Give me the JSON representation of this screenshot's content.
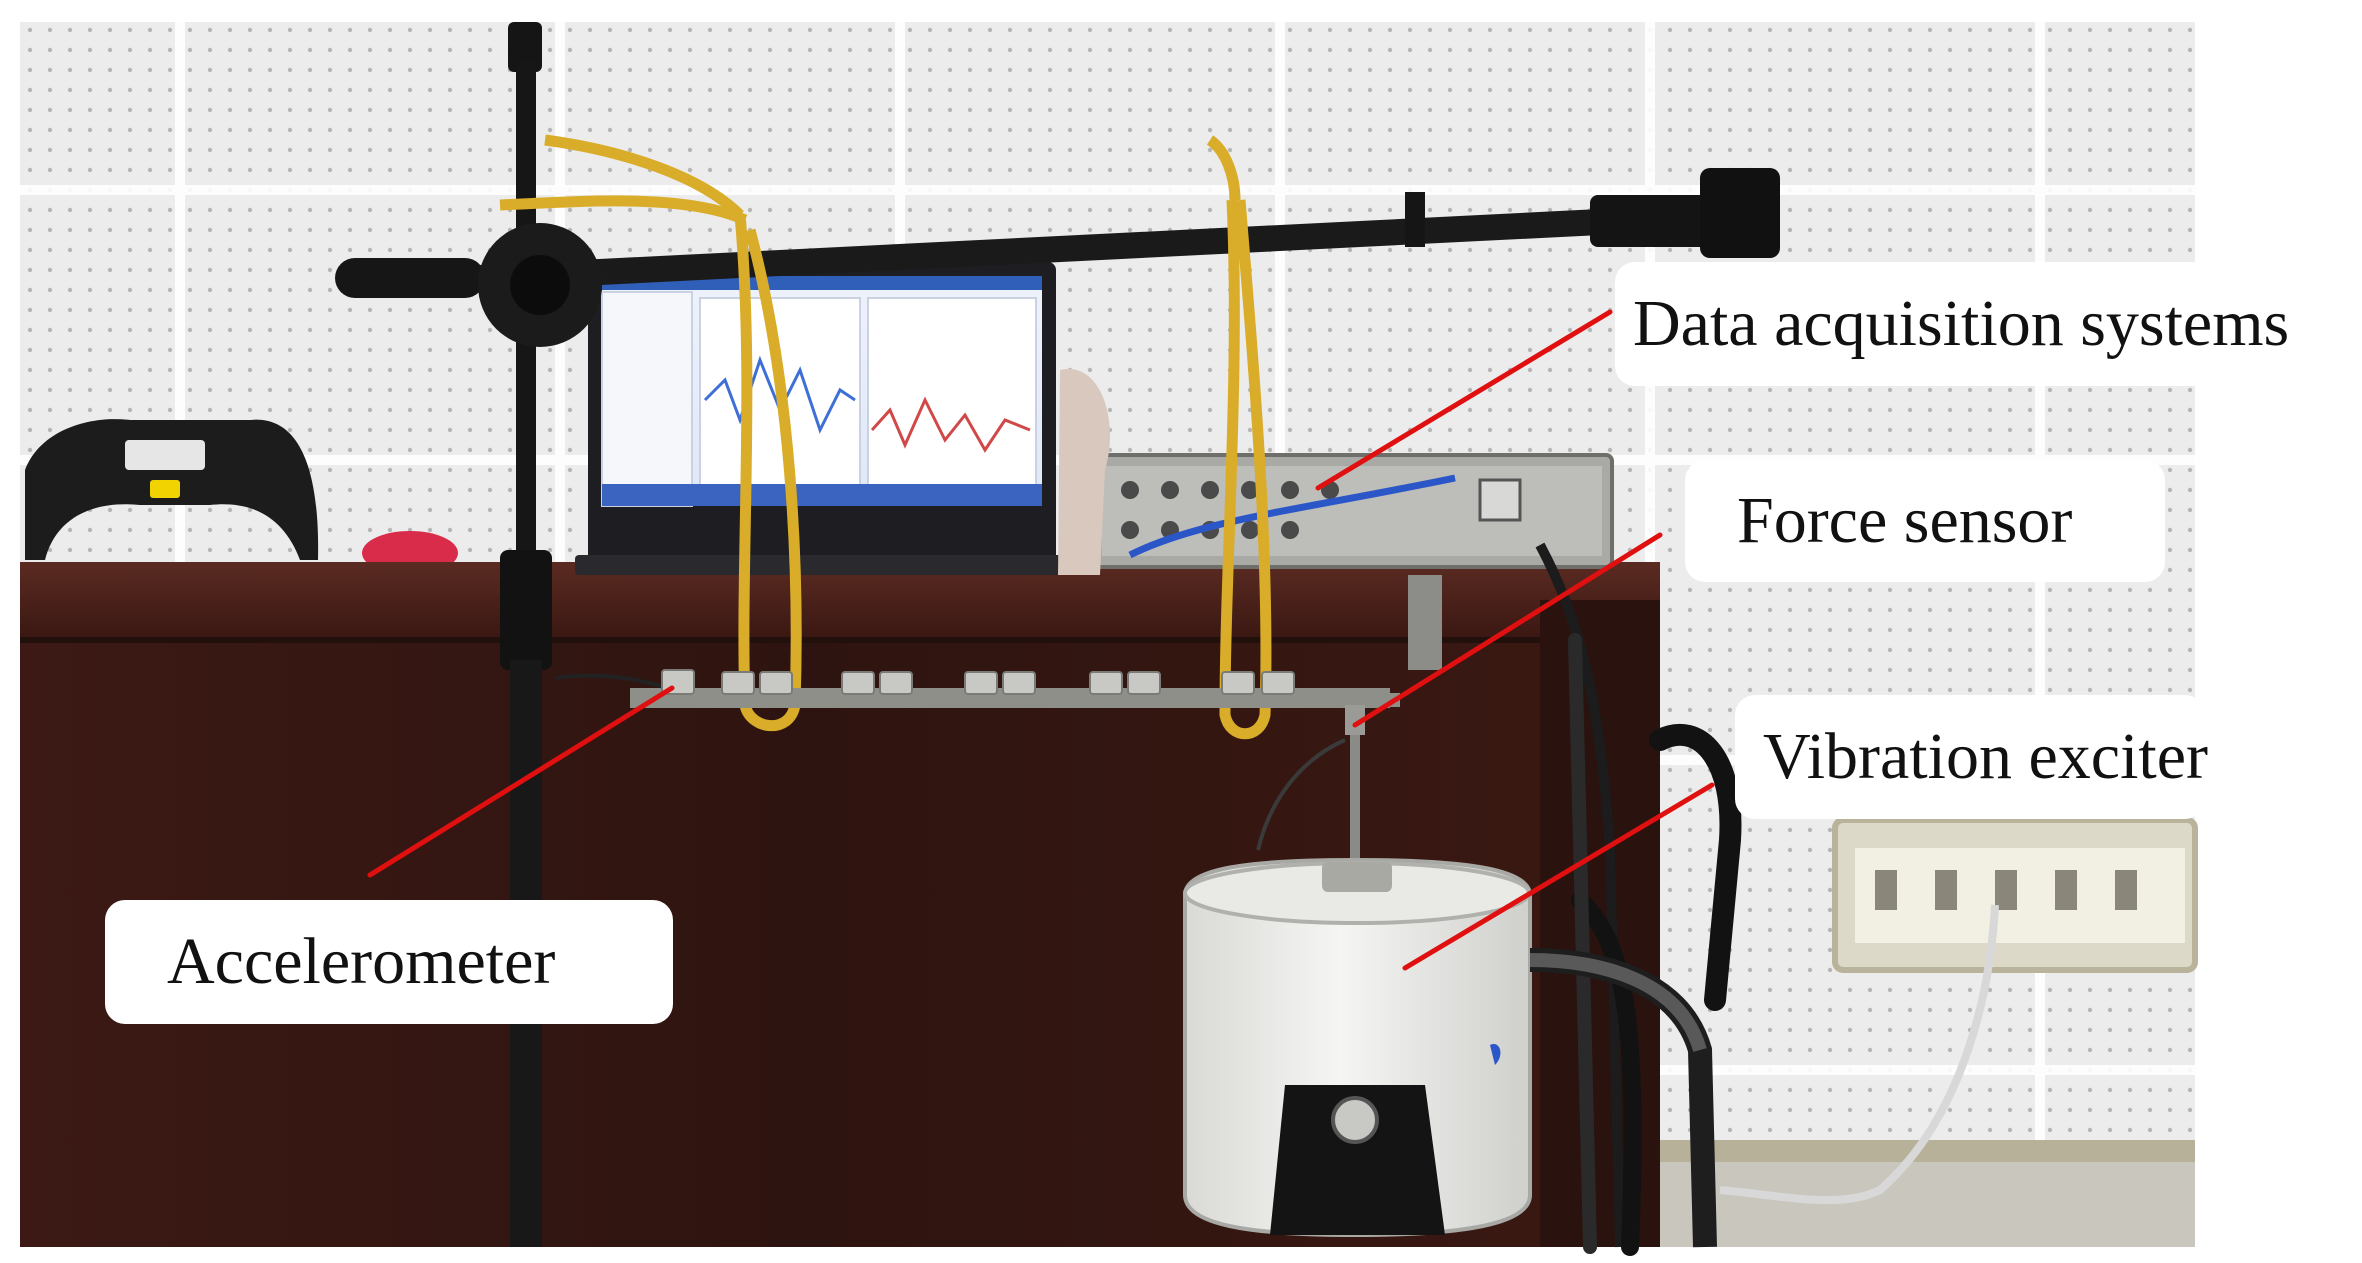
{
  "labels": {
    "data_acquisition": "Data acquisition systems",
    "force_sensor": "Force sensor",
    "vibration_exciter": "Vibration exciter",
    "accelerometer": "Accelerometer"
  },
  "colors": {
    "pointer": "#e01010",
    "wall": "#e9e9e9",
    "desk": "#3a1812",
    "cord": "#d9ad2a",
    "cable": "#2a56c8"
  }
}
